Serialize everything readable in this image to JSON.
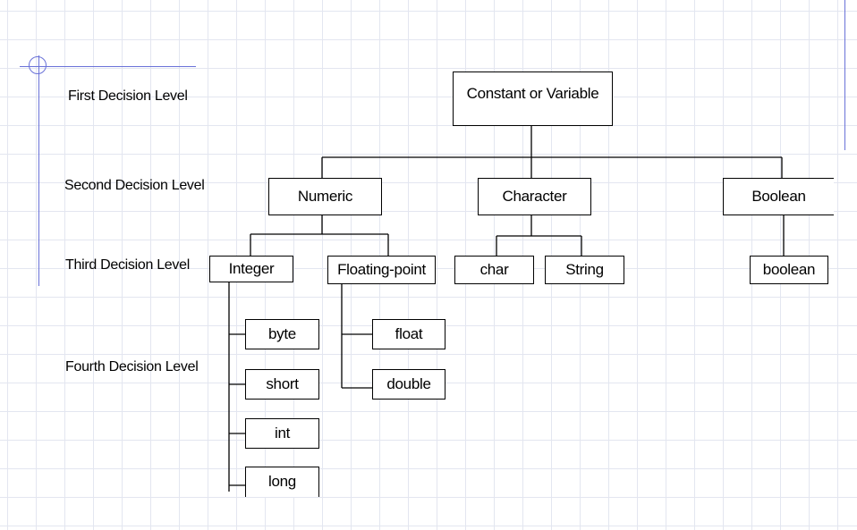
{
  "levels": {
    "first": "First Decision Level",
    "second": "Second Decision Level",
    "third": "Third Decision Level",
    "fourth": "Fourth Decision Level"
  },
  "nodes": {
    "root": "Constant or Variable",
    "numeric": "Numeric",
    "character": "Character",
    "boolean": "Boolean",
    "integer": "Integer",
    "floating_point": "Floating-point",
    "char": "char",
    "string": "String",
    "boolean_type": "boolean",
    "byte": "byte",
    "short": "short",
    "int": "int",
    "long": "long",
    "float": "float",
    "double": "double"
  },
  "colors": {
    "accent_line": "#6a72d8",
    "grid": "#e3e6f0",
    "connector": "#000000"
  }
}
